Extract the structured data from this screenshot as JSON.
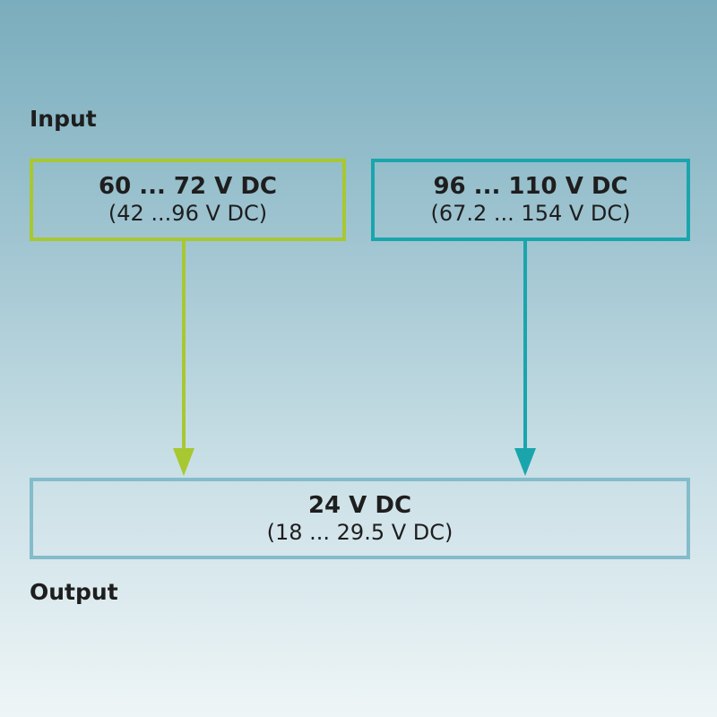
{
  "diagram": {
    "input_label": "Input",
    "output_label": "Output",
    "inputs": [
      {
        "main": "60 ... 72 V DC",
        "range": "(42 ...96 V DC)",
        "color": "#a7c830"
      },
      {
        "main": "96 ... 110 V DC",
        "range": "(67.2 ... 154 V DC)",
        "color": "#1aa5ad"
      }
    ],
    "output": {
      "main": "24 V DC",
      "range": "(18 ... 29.5 V DC)",
      "color": "#84bccb"
    },
    "edges": [
      {
        "from": "inputs.0",
        "to": "output"
      },
      {
        "from": "inputs.1",
        "to": "output"
      }
    ]
  }
}
